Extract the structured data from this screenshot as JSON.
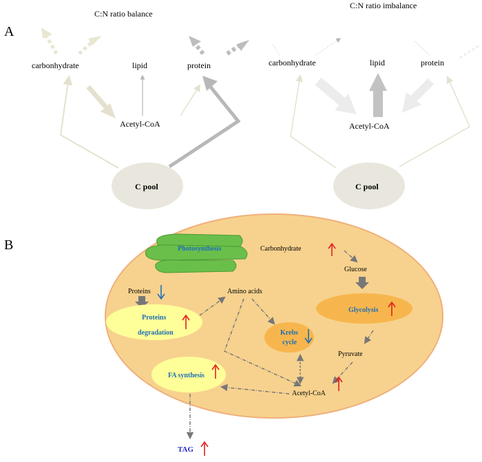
{
  "panel_a": {
    "label": "A",
    "left": {
      "title": "C:N ratio balance",
      "carbohydrate": "carbonhydrate",
      "lipid": "lipid",
      "protein": "protein",
      "acetyl": "Acetyl-CoA",
      "pool": "C pool"
    },
    "right": {
      "title": "C:N ratio imbalance",
      "carbohydrate": "carbonhydrate",
      "lipid": "lipid",
      "protein": "protein",
      "acetyl": "Acetyl-CoA",
      "pool": "C pool"
    }
  },
  "panel_b": {
    "label": "B",
    "photosynthesis": "Photosynthesis",
    "carbohydrate": "Carbonhydrate",
    "glucose": "Glucose",
    "glycolysis": "Glycolysis",
    "pyruvate": "Pyruvate",
    "acetyl": "Acetyl-CoA",
    "proteins": "Proteins",
    "proteins_degradation_1": "Proteins",
    "proteins_degradation_2": "degradation",
    "amino_acids": "Amino acids",
    "krebs_1": "Krebs",
    "krebs_2": "cycle",
    "fa_synthesis": "FA synthesis",
    "tag": "TAG"
  },
  "colors": {
    "up_arrow": "#e02020",
    "down_arrow": "#1f6fb5",
    "cell_fill": "#f7d28e",
    "cell_border": "#f0b07a",
    "yellow_node": "#ffff99",
    "orange_node": "#f7b64d",
    "chloroplast": "#6abf4b",
    "pool_fill": "#e9e7dd"
  }
}
